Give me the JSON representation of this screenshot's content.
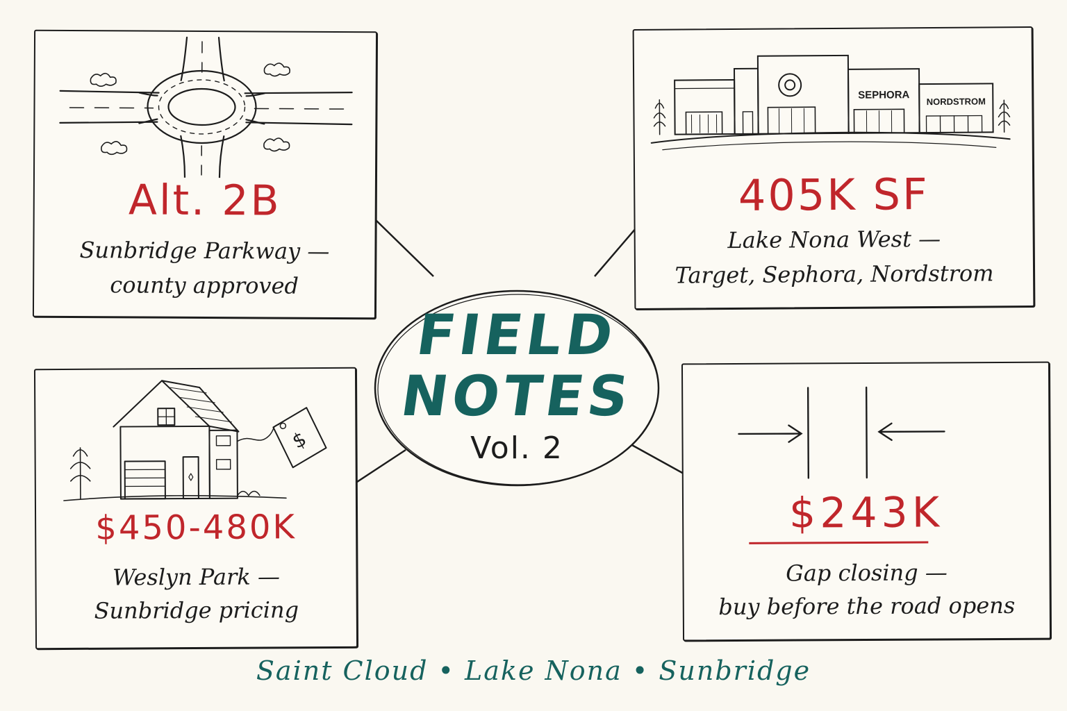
{
  "hub": {
    "title_line1": "FIELD",
    "title_line2": "NOTES",
    "volume": "Vol. 2"
  },
  "cards": {
    "roundabout": {
      "stat": "Alt. 2B",
      "caption_line1": "Sunbridge Parkway —",
      "caption_line2": "county approved",
      "illustration": "roundabout-icon"
    },
    "retail": {
      "stat": "405K SF",
      "caption_line1": "Lake Nona West —",
      "caption_line2": "Target, Sephora, Nordstrom",
      "sign_sephora": "SEPHORA",
      "sign_nordstrom": "NORDSTROM",
      "illustration": "shopping-center-icon"
    },
    "housing": {
      "stat": "$450-480K",
      "caption_line1": "Weslyn Park —",
      "caption_line2": "Sunbridge pricing",
      "price_tag_symbol": "$",
      "illustration": "house-with-price-tag-icon"
    },
    "gap": {
      "stat": "$243K",
      "caption_line1": "Gap closing —",
      "caption_line2": "buy before the road opens",
      "illustration": "converging-arrows-icon"
    }
  },
  "footer": "Saint Cloud • Lake Nona • Sunbridge",
  "colors": {
    "ink": "#1c1c1c",
    "accent_red": "#c0262b",
    "accent_teal": "#16625e",
    "paper": "#faf8f1"
  }
}
